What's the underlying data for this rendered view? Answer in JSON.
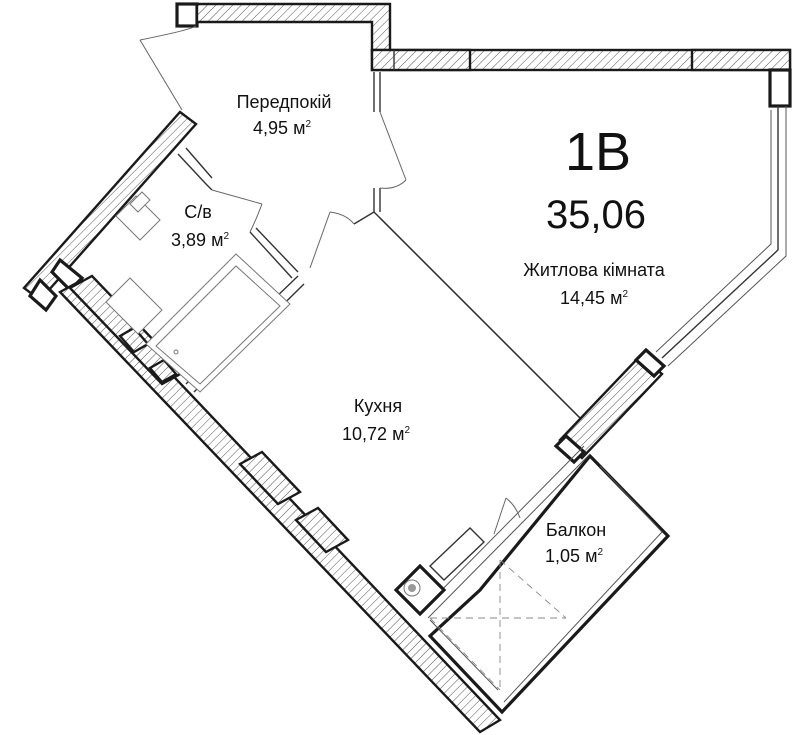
{
  "plan": {
    "unit_type": "1В",
    "total_area": "35,06",
    "unit_symbol": "м",
    "unit_power": "2",
    "rooms": [
      {
        "key": "hall",
        "name": "Передпокій",
        "area": "4,95"
      },
      {
        "key": "bath",
        "name": "С/в",
        "area": "3,89"
      },
      {
        "key": "living",
        "name": "Житлова кімната",
        "area": "14,45"
      },
      {
        "key": "kitchen",
        "name": "Кухня",
        "area": "10,72"
      },
      {
        "key": "balcony",
        "name": "Балкон",
        "area": "1,05"
      }
    ]
  },
  "colors": {
    "walls": "#1a1a1a",
    "background": "#ffffff",
    "text": "#111111"
  }
}
